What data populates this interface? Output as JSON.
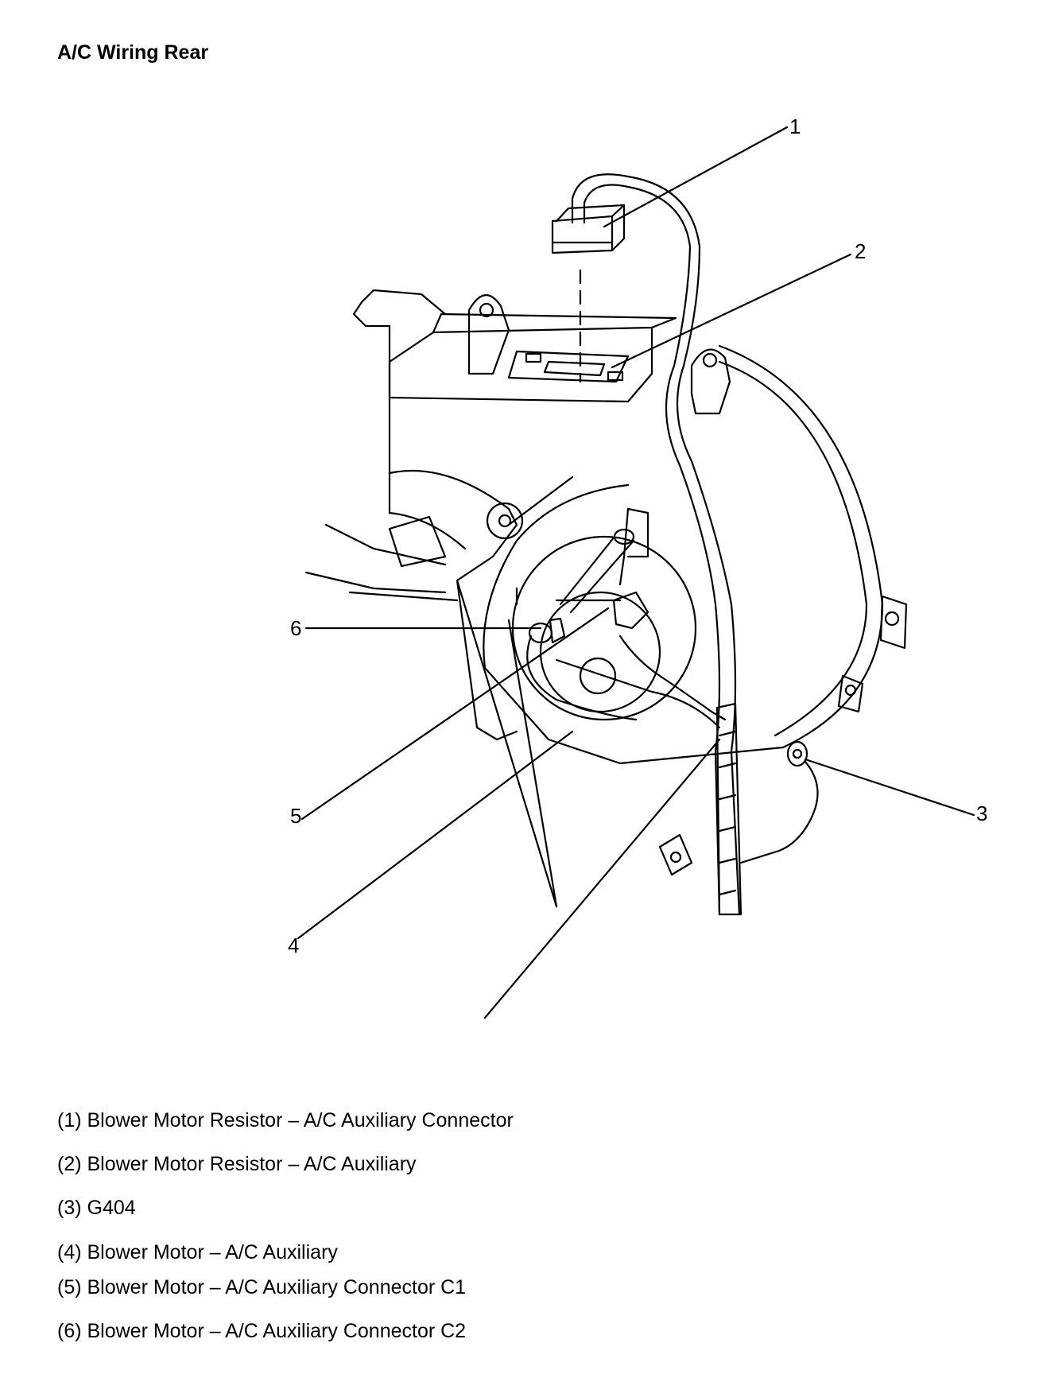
{
  "title": "A/C Wiring Rear",
  "callouts": [
    "1",
    "2",
    "3",
    "4",
    "5",
    "6"
  ],
  "legend": [
    "(1) Blower Motor Resistor – A/C Auxiliary Connector",
    "(2) Blower Motor Resistor – A/C Auxiliary",
    "(3) G404",
    "(4) Blower Motor – A/C Auxiliary",
    "(5) Blower Motor – A/C Auxiliary Connector C1",
    "(6) Blower Motor – A/C Auxiliary Connector C2"
  ],
  "line_color": "#000000"
}
